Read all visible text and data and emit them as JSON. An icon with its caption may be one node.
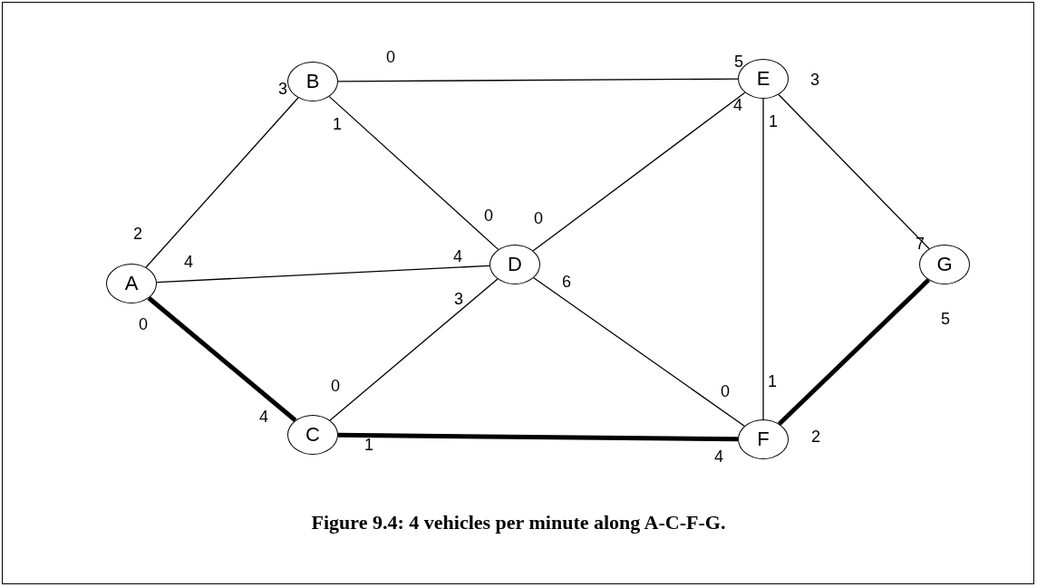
{
  "diagram": {
    "caption": "Figure 9.4: 4 vehicles per minute along A-C-F-G.",
    "nodes": [
      {
        "text": [
          "B"
        ]
      },
      {
        "text": [
          "E"
        ]
      },
      {
        "text": [
          "A"
        ]
      },
      {
        "text": [
          "D"
        ]
      },
      {
        "text": [
          "G"
        ]
      },
      {
        "text": [
          "C"
        ]
      },
      {
        "text": [
          "F"
        ]
      }
    ],
    "edges": [
      {
        "from": 2,
        "to": 0,
        "arrow": "none"
      },
      {
        "from": 2,
        "to": 3,
        "arrow": "none"
      },
      {
        "from": 2,
        "to": 5,
        "arrow": "none",
        "style": "thick"
      },
      {
        "from": 0,
        "to": 1,
        "arrow": "none"
      },
      {
        "from": 0,
        "to": 3,
        "arrow": "none"
      },
      {
        "from": 5,
        "to": 3,
        "arrow": "none"
      },
      {
        "from": 5,
        "to": 6,
        "arrow": "none",
        "style": "thick"
      },
      {
        "from": 3,
        "to": 1,
        "arrow": "none"
      },
      {
        "from": 3,
        "to": 6,
        "arrow": "none"
      },
      {
        "from": 1,
        "to": 6,
        "arrow": "none"
      },
      {
        "from": 1,
        "to": 4,
        "arrow": "none"
      },
      {
        "from": 6,
        "to": 4,
        "arrow": "none",
        "style": "thick"
      }
    ],
    "labels": [
      "0",
      "5",
      "3",
      "3",
      "4",
      "1",
      "1",
      "0",
      "0",
      "2",
      "7",
      "4",
      "4",
      "6",
      "3",
      "0",
      "5",
      "0",
      "0",
      "1",
      "4",
      "2",
      "4",
      "1"
    ]
  }
}
